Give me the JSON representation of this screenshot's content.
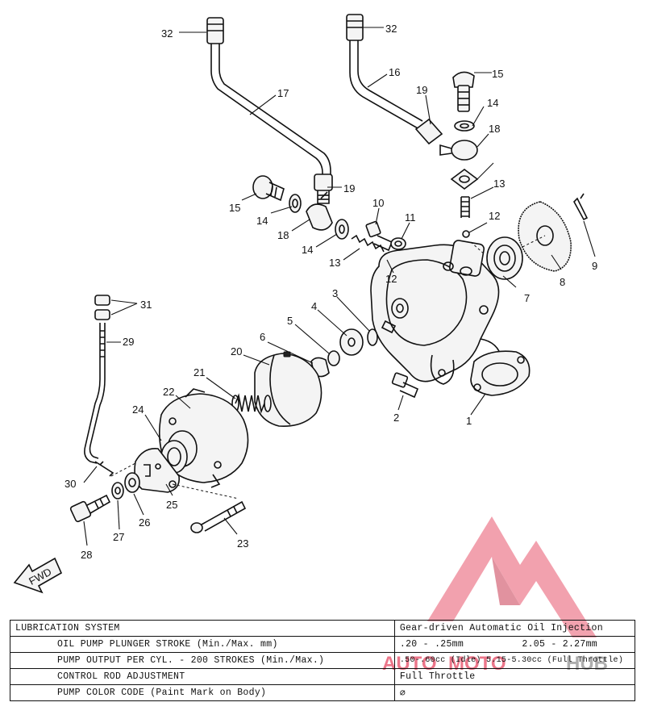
{
  "callouts": {
    "c1": "1",
    "c2": "2",
    "c3": "3",
    "c4": "4",
    "c5": "5",
    "c6": "6",
    "c7": "7",
    "c8": "8",
    "c9": "9",
    "c10": "10",
    "c11": "11",
    "c12a": "12",
    "c12b": "12",
    "c13a": "13",
    "c13b": "13",
    "c14a": "14",
    "c14b": "14",
    "c14c": "14",
    "c15a": "15",
    "c15b": "15",
    "c16": "16",
    "c17": "17",
    "c18a": "18",
    "c18b": "18",
    "c19a": "19",
    "c19b": "19",
    "c20": "20",
    "c21": "21",
    "c22": "22",
    "c23": "23",
    "c24": "24",
    "c25": "25",
    "c26": "26",
    "c27": "27",
    "c28": "28",
    "c29": "29",
    "c30": "30",
    "c31": "31",
    "c32a": "32",
    "c32b": "32"
  },
  "direction_label": "FWD",
  "spec_table": {
    "header": {
      "label": "LUBRICATION SYSTEM",
      "value": "Gear-driven Automatic Oil Injection"
    },
    "rows": [
      {
        "label": "OIL PUMP PLUNGER STROKE (Min./Max. mm)",
        "value_min": ".20 - .25mm",
        "value_max": "2.05 - 2.27mm"
      },
      {
        "label": "PUMP OUTPUT PER CYL. - 200 STROKES (Min./Max.)",
        "value": ".50-.60cc (Idle) 5.15-5.30cc (Full Throttle)"
      },
      {
        "label": "CONTROL ROD ADJUSTMENT",
        "value": "Full Throttle"
      },
      {
        "label": "PUMP COLOR CODE (Paint Mark on Body)",
        "value": "∅"
      }
    ]
  },
  "watermark": {
    "text_a": "AUTO",
    "text_b": "MOTO",
    "text_c": "HUB",
    "color_primary": "#e8556d",
    "color_secondary": "#9a9a9a"
  }
}
